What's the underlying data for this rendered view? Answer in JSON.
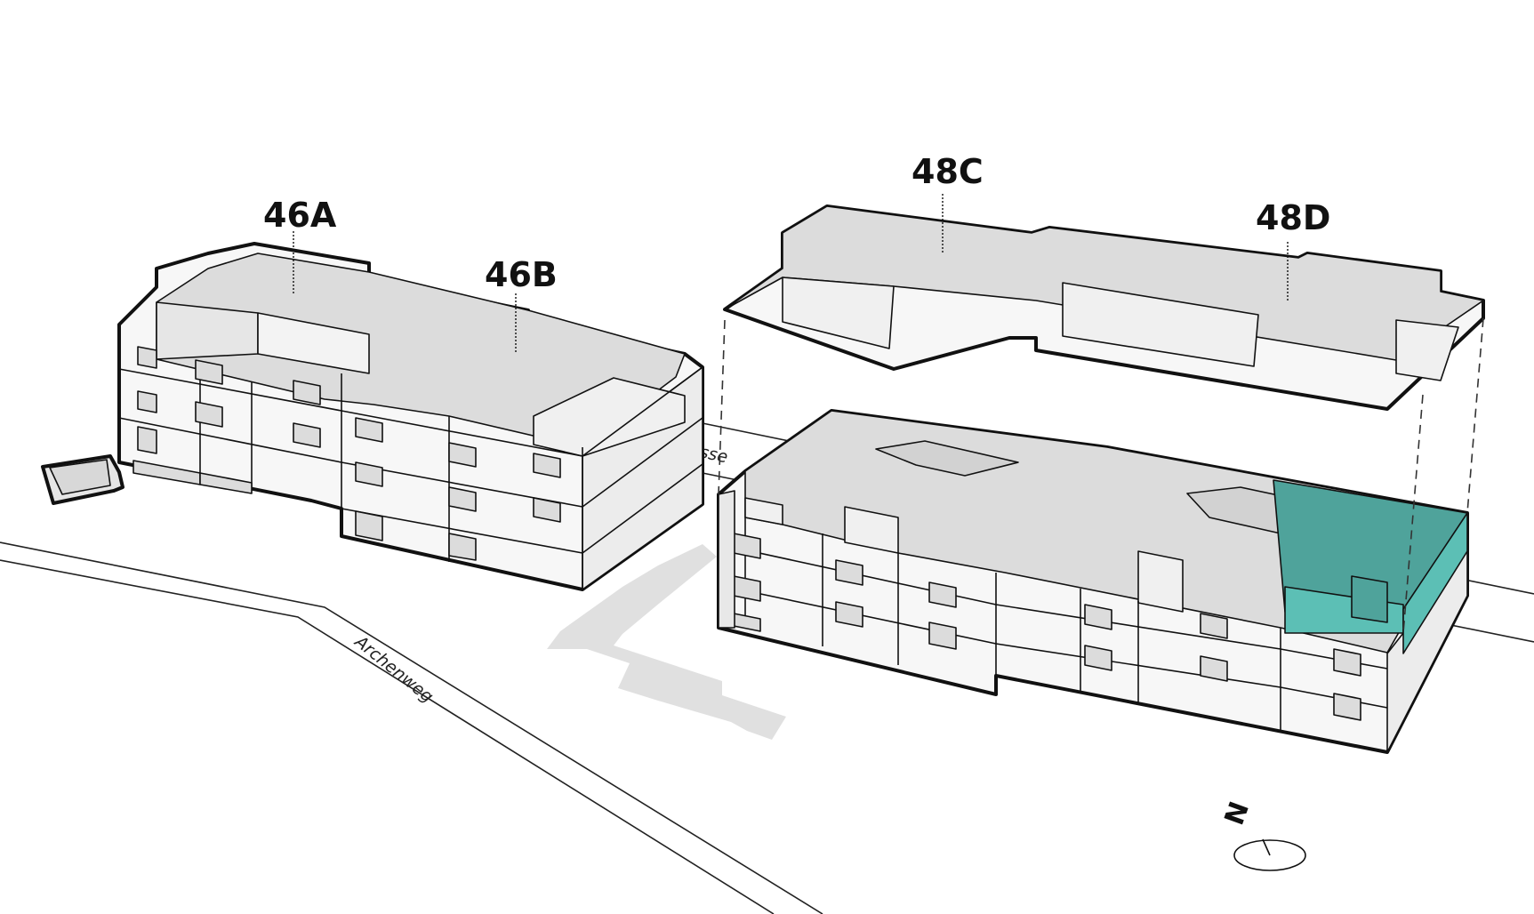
{
  "buildings": [
    {
      "id": "46A",
      "label": "46A"
    },
    {
      "id": "46B",
      "label": "46B"
    },
    {
      "id": "48C",
      "label": "48C"
    },
    {
      "id": "48D",
      "label": "48D"
    }
  ],
  "streets": {
    "archenweg": "Archenweg",
    "strasse_fragment": "sse"
  },
  "compass": {
    "label": "N"
  },
  "colors": {
    "roof": "#dcdcdc",
    "wall": "#f7f7f7",
    "wall_shade": "#ececec",
    "void": "#dcdcdc",
    "highlight_top": "#4fa39b",
    "highlight_side": "#5cbfb5",
    "outline": "#111111",
    "path_shadow": "#e0e0e0"
  }
}
